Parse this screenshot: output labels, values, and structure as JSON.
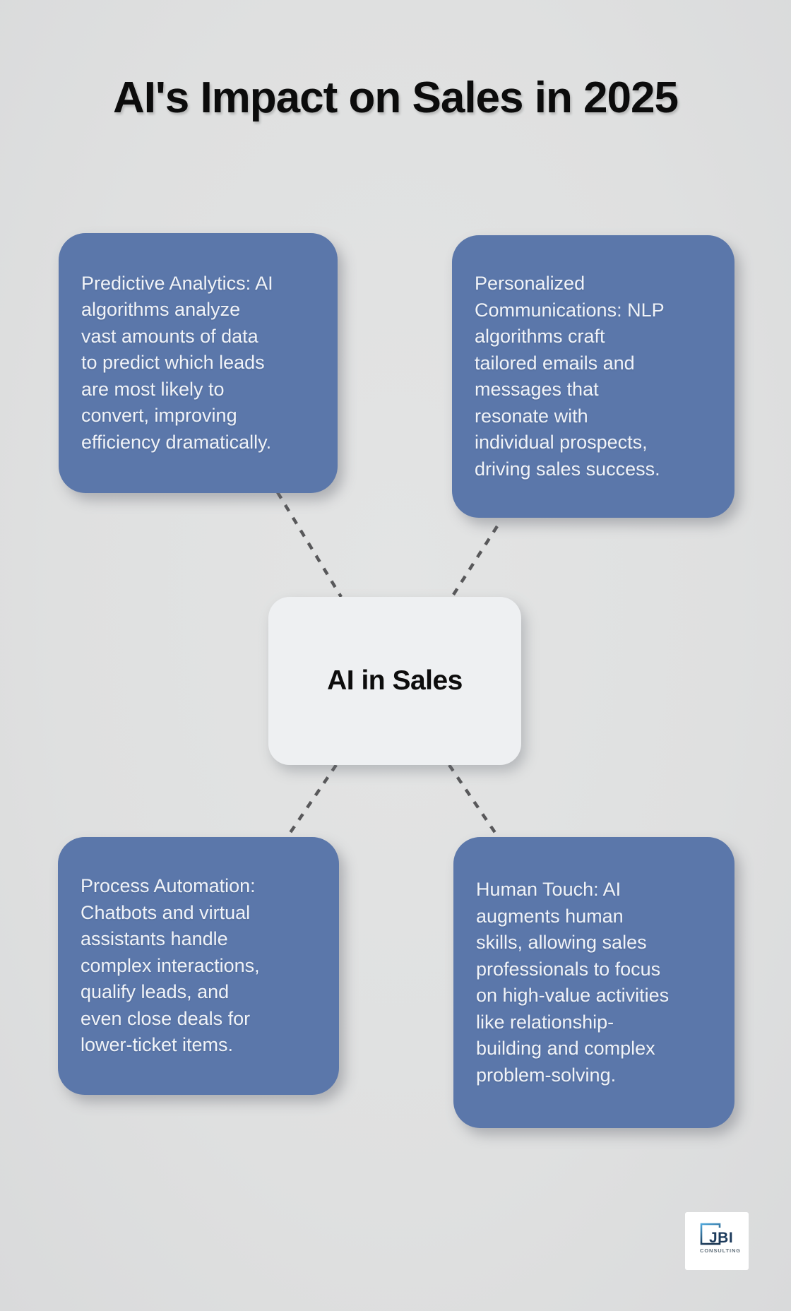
{
  "title": "AI's Impact on Sales in 2025",
  "center_node": {
    "label": "AI in Sales"
  },
  "nodes": [
    {
      "name": "predictive-analytics",
      "text": "Predictive Analytics: AI\nalgorithms analyze\nvast amounts of data\nto predict which leads\nare most likely to\nconvert, improving\nefficiency dramatically."
    },
    {
      "name": "personalized-communications",
      "text": "Personalized\nCommunications: NLP\nalgorithms craft\ntailored emails and\nmessages that\nresonate with\nindividual prospects,\ndriving sales success."
    },
    {
      "name": "process-automation",
      "text": "Process Automation:\nChatbots and virtual\nassistants handle\ncomplex interactions,\nqualify leads, and\neven close deals for\nlower-ticket items."
    },
    {
      "name": "human-touch",
      "text": "Human Touch: AI\naugments human\nskills, allowing sales\nprofessionals to focus\non high-value activities\nlike relationship-\nbuilding and complex\nproblem-solving."
    }
  ],
  "logo": {
    "name": "JBI",
    "subtitle": "CONSULTING"
  },
  "colors": {
    "background": "#dfe0e0",
    "card_blue": "#5b77aa",
    "card_text": "#f0f3f8",
    "center_bg": "#eef0f2",
    "center_text": "#0d0d0d",
    "connector": "#58585a",
    "title": "#0c0c0c",
    "logo_navy": "#1d3b5c",
    "logo_light_blue": "#4fa8dc",
    "logo_gray": "#62707b"
  }
}
